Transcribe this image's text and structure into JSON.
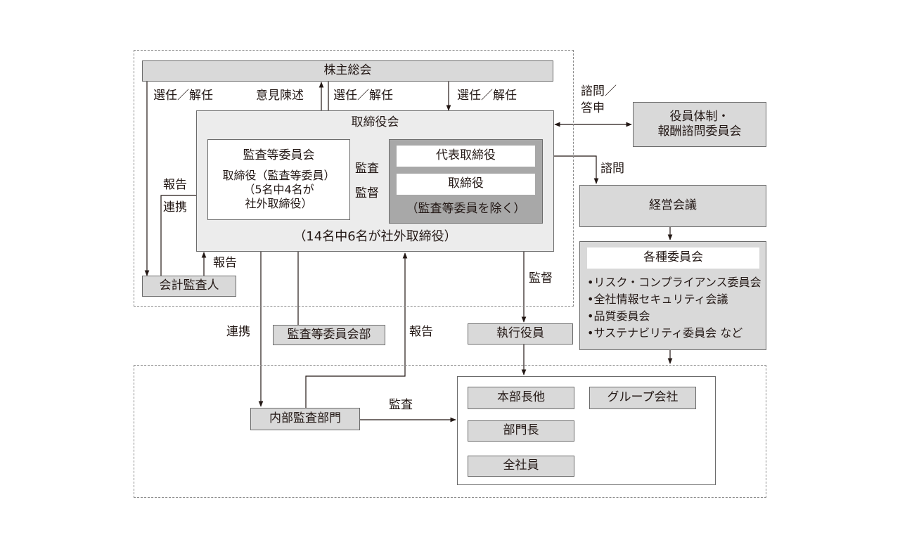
{
  "diagram": {
    "shareholders_meeting": "株主総会",
    "board": "取締役会",
    "audit_committee": {
      "title": "監査等委員会",
      "line1": "取締役（監査等委員）",
      "line2": "（5名中4名が",
      "line3": "社外取締役）"
    },
    "representative_director": "代表取締役",
    "directors": "取締役",
    "directors_note": "（監査等委員を除く）",
    "board_composition": "（14名中6名が社外取締役）",
    "accounting_auditor": "会計監査人",
    "audit_committee_office": "監査等委員会部",
    "executive_officers": "執行役員",
    "nomination_committee": {
      "line1": "役員体制・",
      "line2": "報酬諮問委員会"
    },
    "management_council": "経営会議",
    "various_committees": {
      "title": "各種委員会",
      "items": [
        "•リスク・コンプライアンス委員会",
        "•全社情報セキュリティ会議",
        "•品質委員会",
        "•サステナビリティ委員会 など"
      ]
    },
    "internal_audit_dept": "内部監査部門",
    "hq_heads": "本部長他",
    "group_companies": "グループ会社",
    "dept_heads": "部門長",
    "all_employees": "全社員",
    "labels": {
      "elect_dismiss_left": "選任／解任",
      "opinion": "意見陳述",
      "elect_dismiss_mid": "選任／解任",
      "elect_dismiss_right": "選任／解任",
      "consult_answer_1": "諮問／",
      "consult_answer_2": "答申",
      "consult": "諮問",
      "report_1": "報告",
      "coop_1": "連携",
      "audit_1": "監査",
      "supervise_1": "監督",
      "report_2": "報告",
      "supervise_2": "監督",
      "coop_2": "連携",
      "report_3": "報告",
      "audit_2": "監査"
    }
  }
}
